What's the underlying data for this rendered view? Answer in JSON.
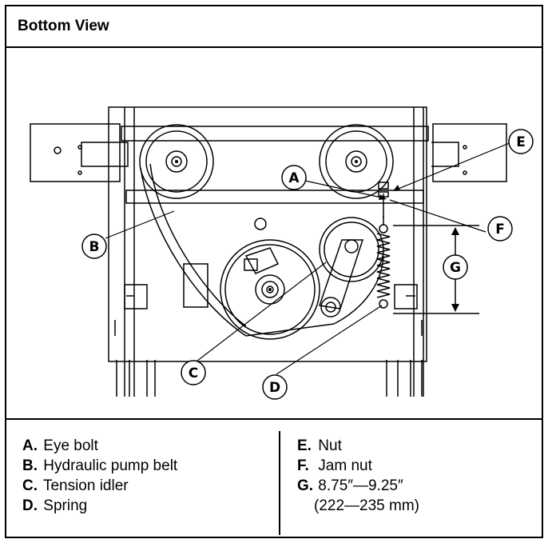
{
  "title": "Bottom View",
  "callouts": [
    "A",
    "B",
    "C",
    "D",
    "E",
    "F",
    "G"
  ],
  "legend": {
    "left": [
      {
        "key": "A.",
        "text": "Eye bolt"
      },
      {
        "key": "B.",
        "text": "Hydraulic pump belt"
      },
      {
        "key": "C.",
        "text": "Tension idler"
      },
      {
        "key": "D.",
        "text": "Spring"
      }
    ],
    "right": [
      {
        "key": "E.",
        "text": "Nut"
      },
      {
        "key": "F.",
        "text": "Jam nut"
      },
      {
        "key": "G.",
        "text": "8.75″—9.25″"
      }
    ],
    "g_metric": "(222—235 mm)"
  }
}
